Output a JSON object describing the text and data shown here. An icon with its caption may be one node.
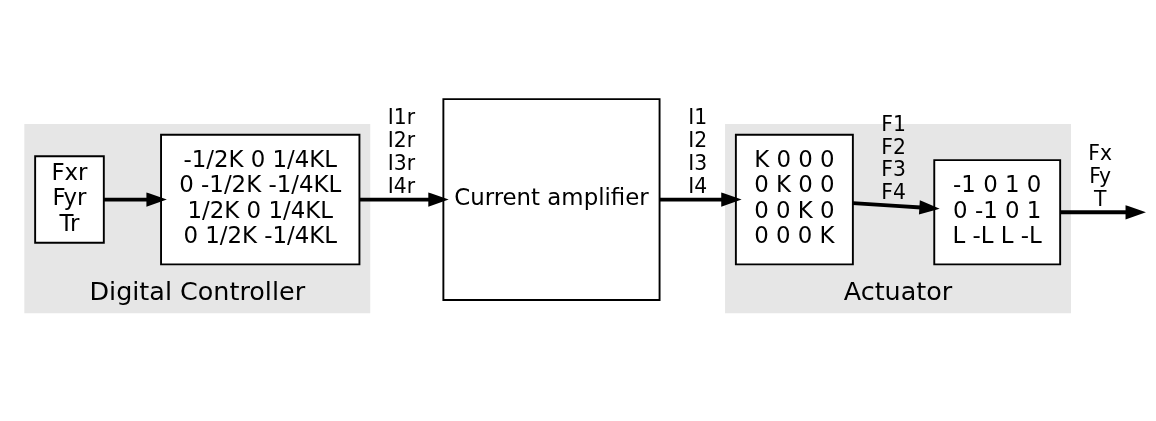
{
  "diagram": {
    "nodes": [
      {
        "text": [
          "Digital Controller"
        ]
      },
      {
        "text": [
          "Fxr",
          "Fyr",
          "Tr"
        ],
        "in": 0
      },
      {
        "text": [
          "-1/2K 0 1/4KL",
          "0 -1/2K -1/4KL",
          "1/2K 0 1/4KL",
          "0 1/2K -1/4KL"
        ],
        "in": 0
      },
      {
        "text": [
          "Current amplifier"
        ]
      },
      {
        "text": [
          "Actuator"
        ]
      },
      {
        "text": [
          "K 0 0 0",
          "0 K 0 0",
          "0 0 K 0",
          "0 0 0 K"
        ],
        "in": 4
      },
      {
        "text": [
          "-1 0 1 0",
          "0 -1 0 1",
          "L -L L -L"
        ],
        "in": 4
      }
    ],
    "edges": [
      {
        "from": 1,
        "to": 2,
        "arrow": "to"
      },
      {
        "from": 2,
        "to": 3,
        "arrow": "to",
        "label": "I1r I2r I3r I4r"
      },
      {
        "from": 3,
        "to": 5,
        "arrow": "to",
        "label": "I1 I2 I3 I4"
      },
      {
        "from": 5,
        "to": 6,
        "arrow": "to",
        "label": "F1 F2 F3 F4"
      },
      {
        "from": 6,
        "to": null,
        "arrow": "to",
        "label": "Fx Fy T"
      }
    ]
  }
}
